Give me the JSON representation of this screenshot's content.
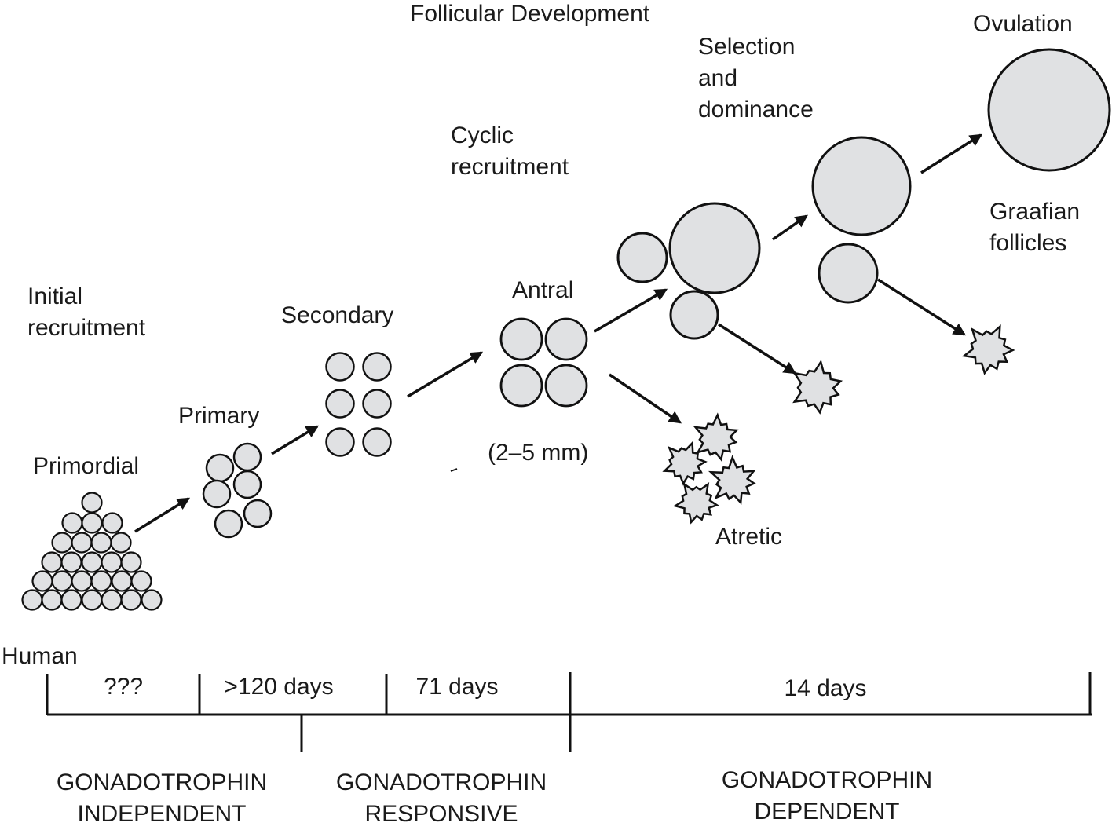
{
  "title": "Follicular Development",
  "stages": {
    "initial_recruitment": "Initial\nrecruitment",
    "primordial": "Primordial",
    "primary": "Primary",
    "secondary": "Secondary",
    "antral": "Antral",
    "antral_size": "(2–5 mm)",
    "cyclic_recruitment": "Cyclic\nrecruitment",
    "selection": "Selection\nand\ndominance",
    "ovulation": "Ovulation",
    "graafian": "Graafian\nfollicles",
    "atretic": "Atretic"
  },
  "timeline": {
    "species": "Human",
    "segments": [
      "???",
      ">120 days",
      "71 days",
      "14 days"
    ],
    "phases": [
      "GONADOTROPHIN\nINDEPENDENT",
      "GONADOTROPHIN\nRESPONSIVE",
      "GONADOTROPHIN\nDEPENDENT"
    ]
  },
  "colors": {
    "follicle_fill": "#e0e1e3",
    "stroke": "#111111",
    "background": "#ffffff"
  }
}
